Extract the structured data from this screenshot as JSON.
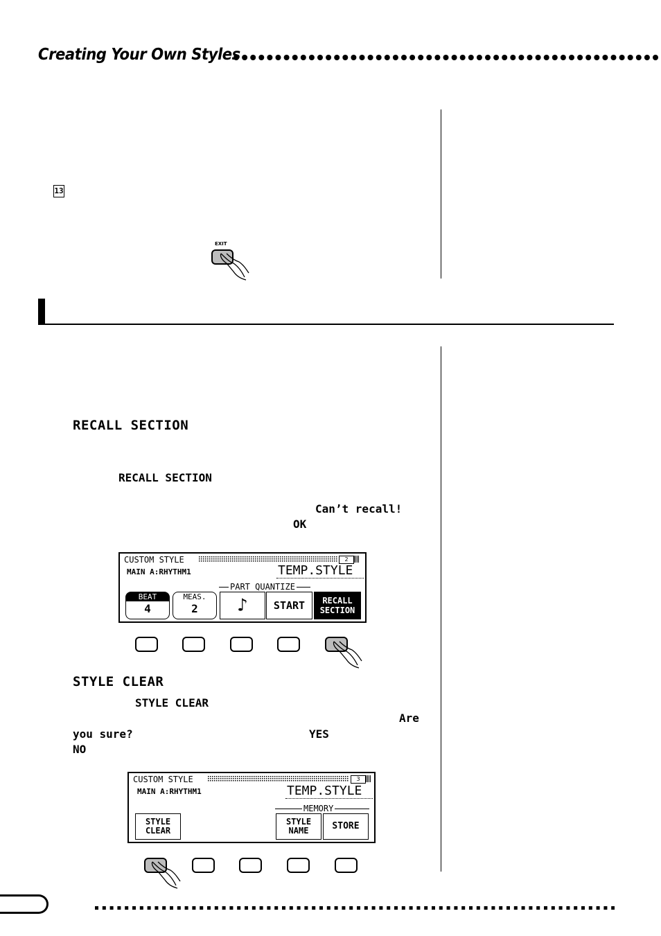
{
  "header": {
    "title": "Creating Your Own Styles"
  },
  "step_marker": "13",
  "exit_button": {
    "label": "EXIT"
  },
  "recall": {
    "heading": "RECALL SECTION",
    "inline_label": "RECALL SECTION",
    "message": "Can’t recall!",
    "ok": "OK"
  },
  "lcd1": {
    "mode": "CUSTOM STYLE",
    "page": "2",
    "section": "MAIN A:RHYTHM1",
    "style_name": "TEMP.STYLE",
    "group_label": "PART QUANTIZE",
    "keys": [
      {
        "top": "BEAT",
        "value": "4"
      },
      {
        "top": "MEAS.",
        "value": "2"
      },
      {
        "top": "",
        "value": "♪"
      },
      {
        "top": "",
        "value": "START"
      },
      {
        "top": "RECALL",
        "value": "SECTION"
      }
    ]
  },
  "clear": {
    "heading": "STYLE CLEAR",
    "inline_label": "STYLE CLEAR",
    "prompt_a": "Are",
    "prompt_b": "you sure?",
    "yes": "YES",
    "no": "NO"
  },
  "lcd2": {
    "mode": "CUSTOM STYLE",
    "page": "3",
    "section": "MAIN A:RHYTHM1",
    "style_name": "TEMP.STYLE",
    "group_label": "MEMORY",
    "keys": [
      {
        "top": "STYLE",
        "value": "CLEAR"
      },
      {
        "top": "STYLE",
        "value": "NAME"
      },
      {
        "top": "",
        "value": "STORE"
      }
    ]
  }
}
